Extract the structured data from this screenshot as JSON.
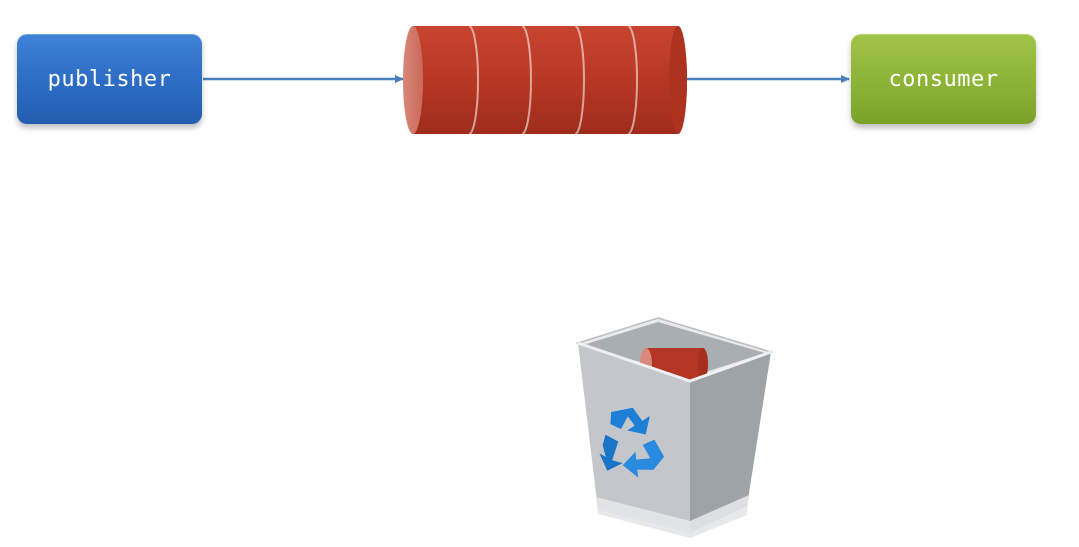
{
  "nodes": {
    "publisher": {
      "label": "publisher",
      "color": "#2f6fc8"
    },
    "consumer": {
      "label": "consumer",
      "color": "#8db336"
    }
  },
  "queue": {
    "segments": 5,
    "color": "#b53826"
  },
  "arrows": [
    {
      "from": "publisher",
      "to": "queue"
    },
    {
      "from": "queue",
      "to": "consumer"
    }
  ],
  "trash": {
    "icon": "recycle-bin-icon",
    "contents": "discarded-message",
    "symbol_color": "#1e7fd6"
  }
}
